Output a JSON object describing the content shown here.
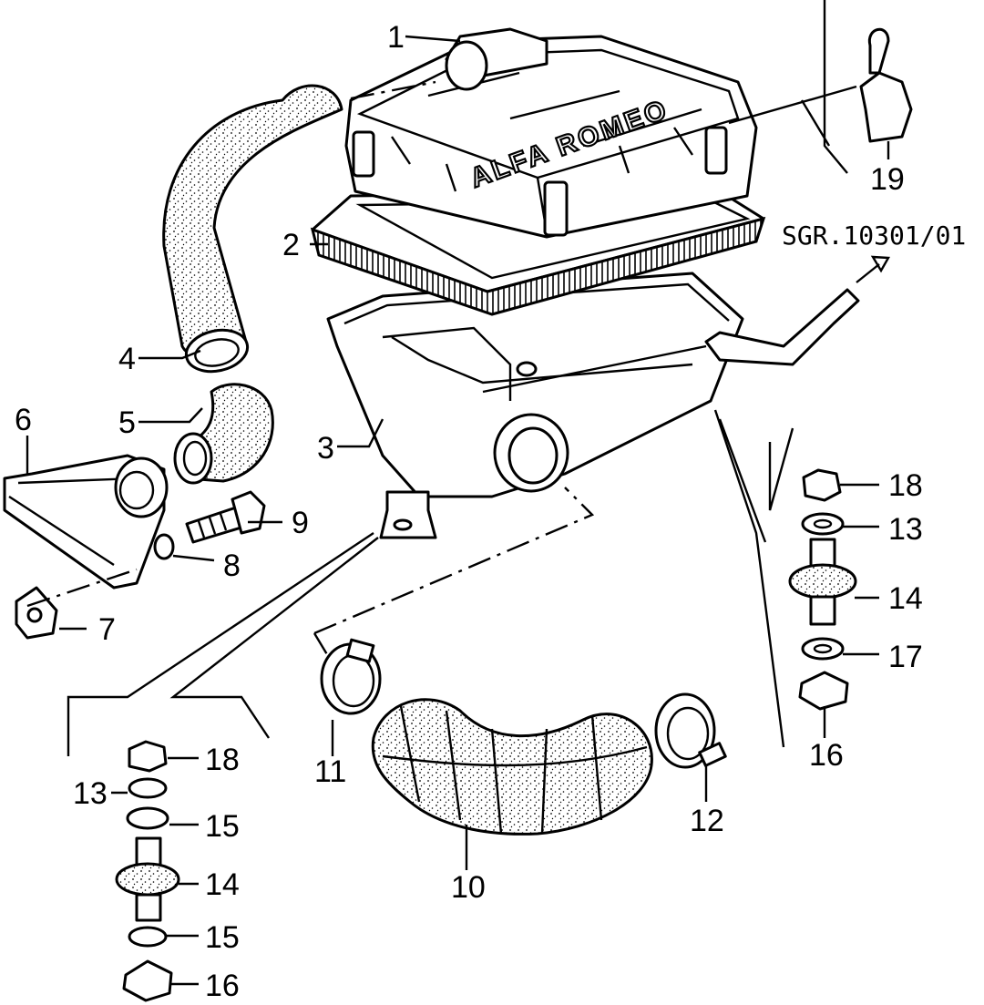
{
  "diagram": {
    "brand_text": "ALFA ROMEO",
    "reference": "SGR.10301/01",
    "labels": {
      "p1": "1",
      "p2": "2",
      "p3": "3",
      "p4": "4",
      "p5": "5",
      "p6": "6",
      "p7": "7",
      "p8": "8",
      "p9": "9",
      "p10": "10",
      "p11": "11",
      "p12": "12",
      "p19": "19",
      "r18": "18",
      "r13": "13",
      "r14": "14",
      "r17": "17",
      "r16": "16",
      "l18": "18",
      "l13": "13",
      "l15a": "15",
      "l14": "14",
      "l15b": "15",
      "l16": "16"
    }
  }
}
